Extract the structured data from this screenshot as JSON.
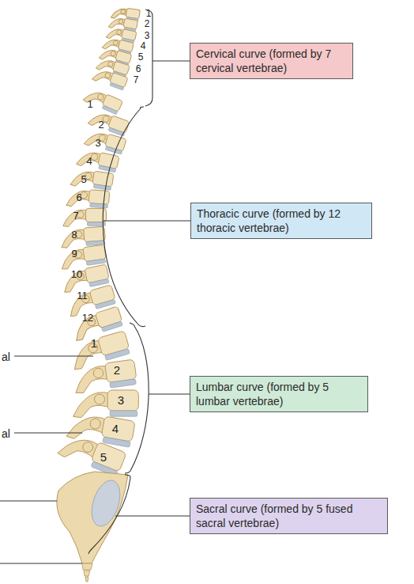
{
  "diagram": {
    "nodes": [
      {
        "text": [
          "Cervical curve (formed by 7 cervical vertebrae)"
        ]
      },
      {
        "text": [
          "Thoracic curve (formed by 12 thoracic vertebrae)"
        ]
      },
      {
        "text": [
          "Lumbar curve (formed by 5 lumbar vertebrae)"
        ]
      },
      {
        "text": [
          "Sacral curve (formed by 5 fused sacral vertebrae)"
        ]
      }
    ],
    "labels": [
      "1",
      "2",
      "3",
      "4",
      "5",
      "6",
      "7",
      "1",
      "2",
      "3",
      "4",
      "5",
      "6",
      "7",
      "8",
      "9",
      "10",
      "11",
      "12",
      "1",
      "2",
      "3",
      "4",
      "5",
      "al",
      "al"
    ]
  }
}
